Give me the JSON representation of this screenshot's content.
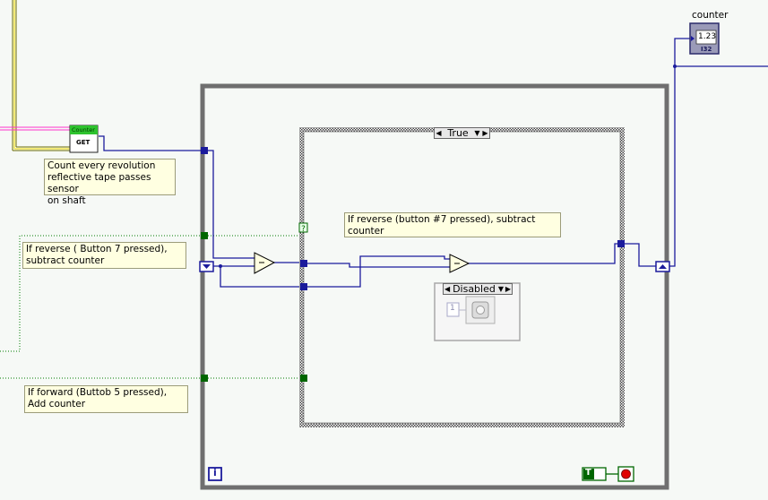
{
  "counter_indicator": {
    "label": "counter",
    "value": "1.23",
    "repr": "I32"
  },
  "counter_vi": {
    "title": "Counter",
    "op": "GET"
  },
  "case_structure": {
    "selector": "True"
  },
  "diagram_disable": {
    "selector": "Disabled",
    "constant": "1"
  },
  "comments": {
    "count": "Count every revolution\nreflective tape passes sensor\non shaft",
    "reverse_outer": "If reverse ( Button 7 pressed),\nsubtract counter",
    "reverse_inner": "If reverse (button #7 pressed), subtract counter",
    "forward": "If forward  (Buttob 5  pressed),\nAdd counter"
  },
  "stop": {
    "constant": "T"
  },
  "loop_info": "i",
  "colors": {
    "int_wire": "#1b1b9c",
    "bool_wire": "#006600",
    "string_wire": "#ff33cc",
    "cluster_wire": "#6b6b00",
    "loop_frame": "#6f6f6f"
  }
}
